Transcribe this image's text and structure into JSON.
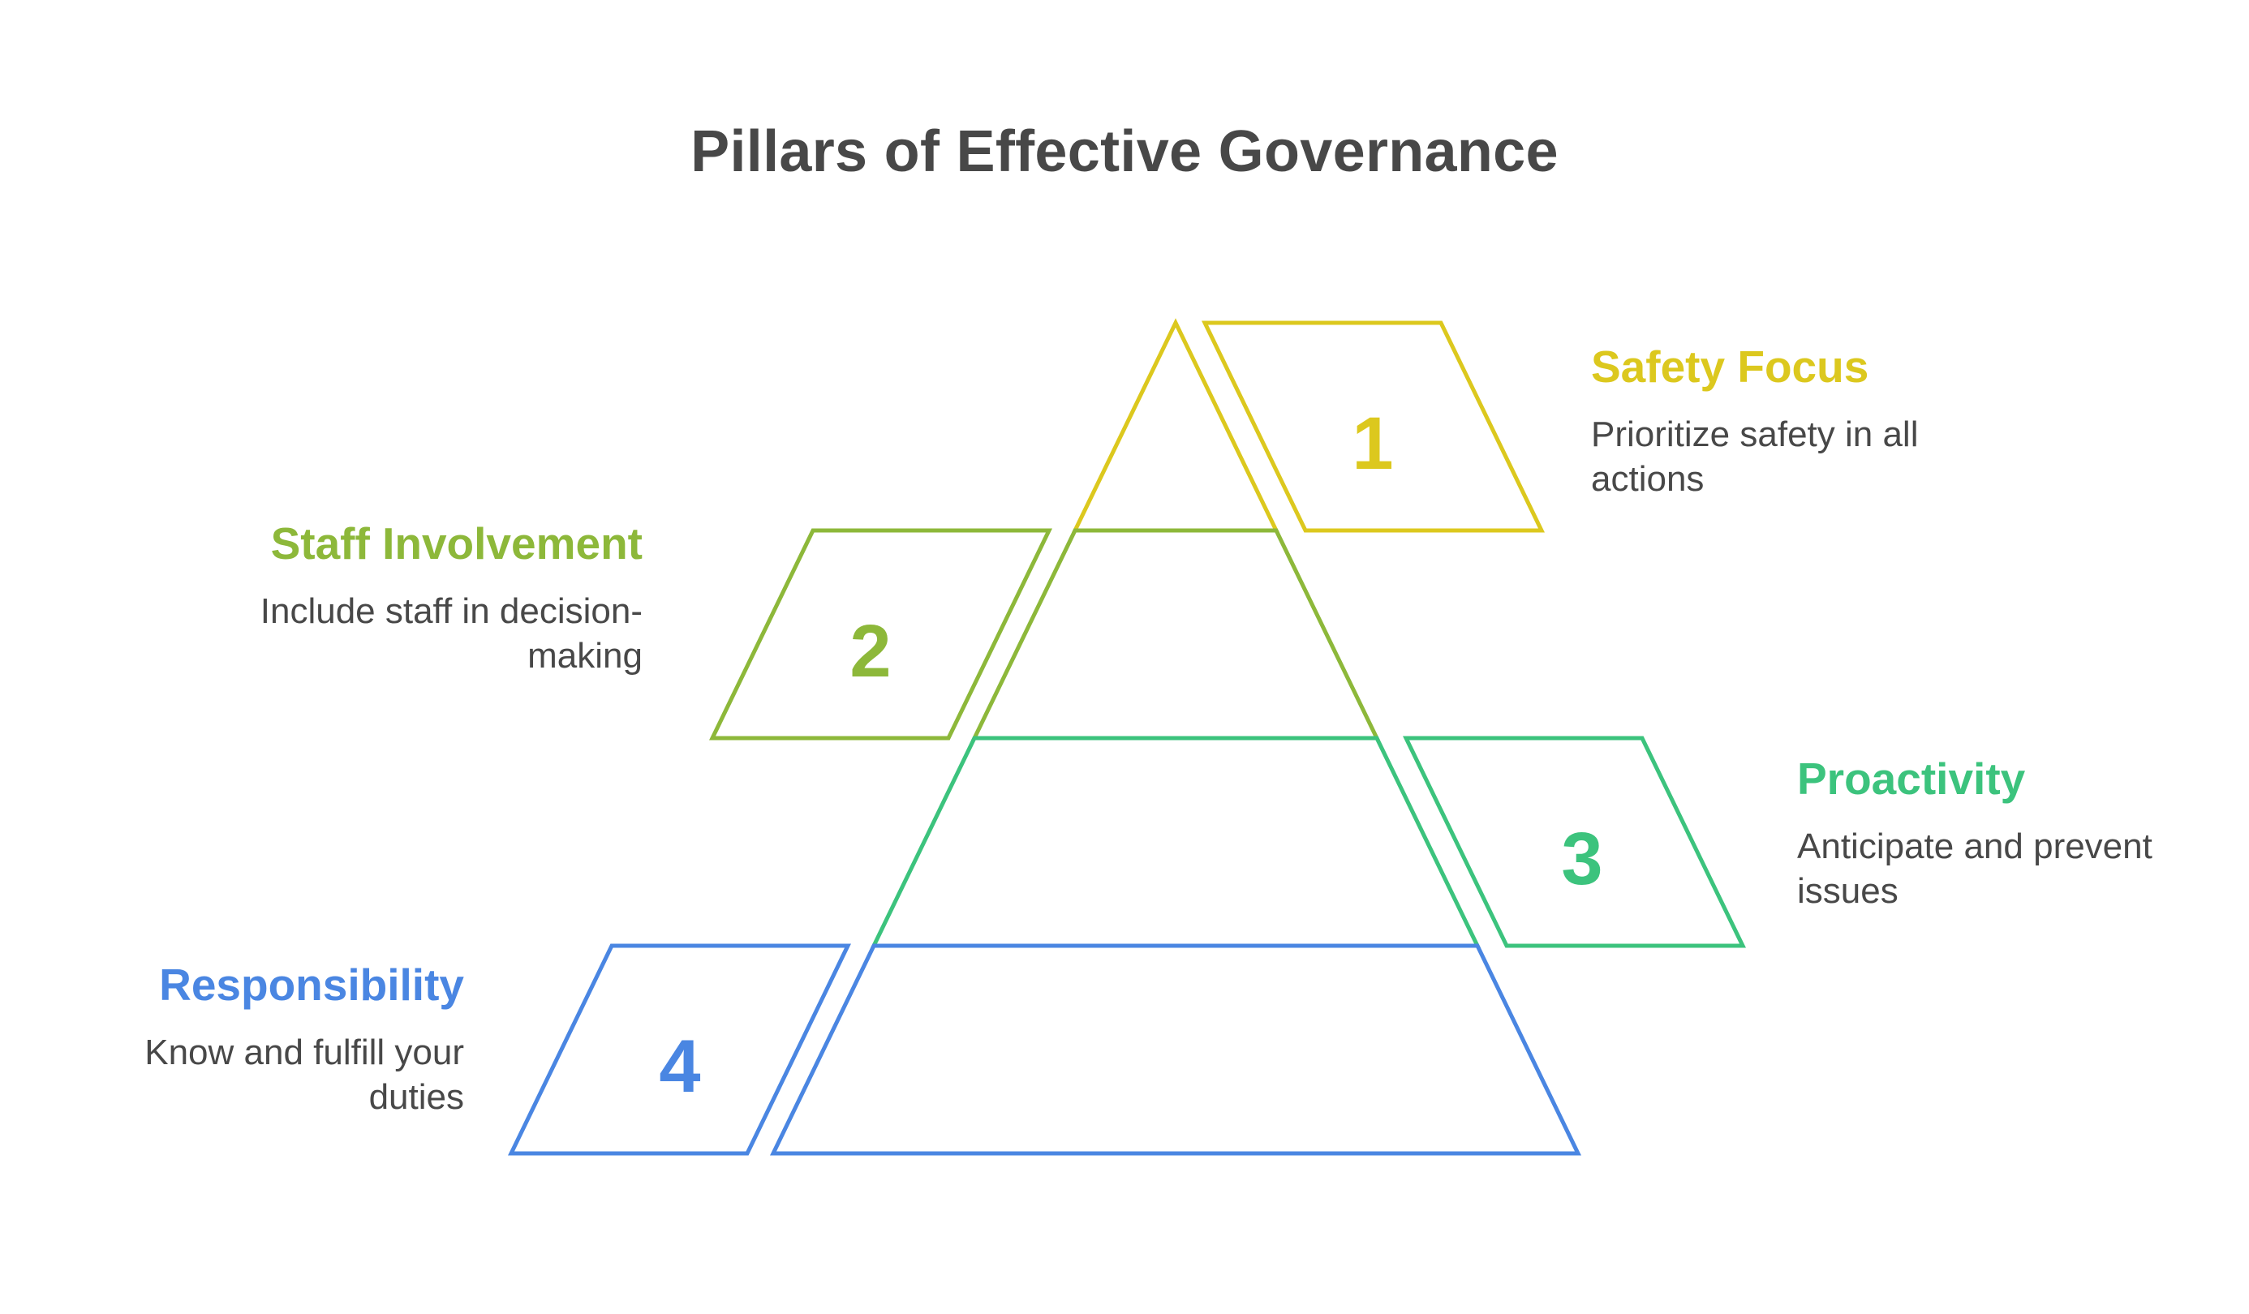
{
  "title": "Pillars of Effective Governance",
  "colors": {
    "title": "#484848",
    "text": "#484848",
    "level1": "#DCC81E",
    "level2": "#8DB83A",
    "level3": "#3CC37D",
    "level4": "#4A86E2"
  },
  "pillars": [
    {
      "number": "1",
      "heading": "Safety Focus",
      "description": "Prioritize safety in all actions"
    },
    {
      "number": "2",
      "heading": "Staff Involvement",
      "description": "Include staff in decision-making"
    },
    {
      "number": "3",
      "heading": "Proactivity",
      "description": "Anticipate and prevent issues"
    },
    {
      "number": "4",
      "heading": "Responsibility",
      "description": "Know and fulfill your duties"
    }
  ]
}
